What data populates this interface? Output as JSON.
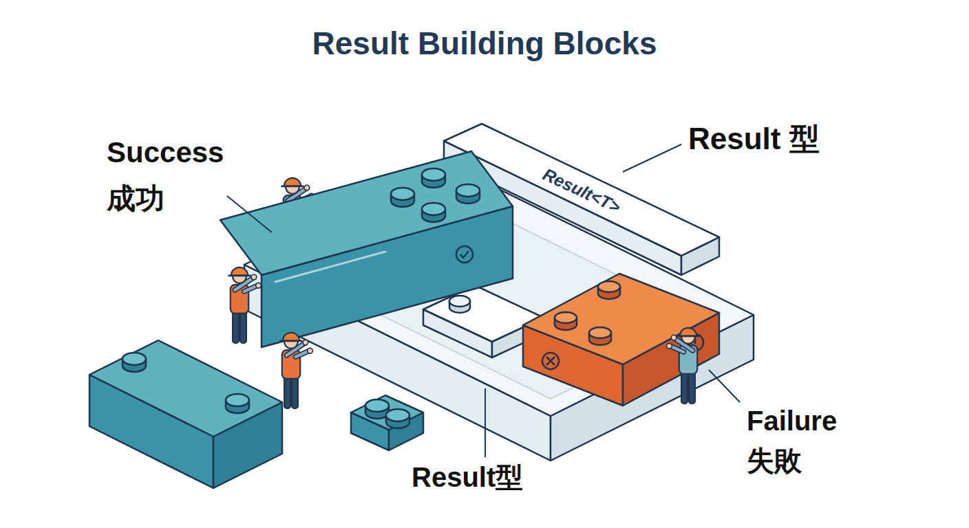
{
  "diagram": {
    "title": "Result Building Blocks",
    "nodes": [
      {
        "text": [
          "Result<T>"
        ]
      }
    ],
    "labels": [
      "Success 成功",
      "Result 型",
      "Failure 失敗",
      "Result型"
    ]
  }
}
